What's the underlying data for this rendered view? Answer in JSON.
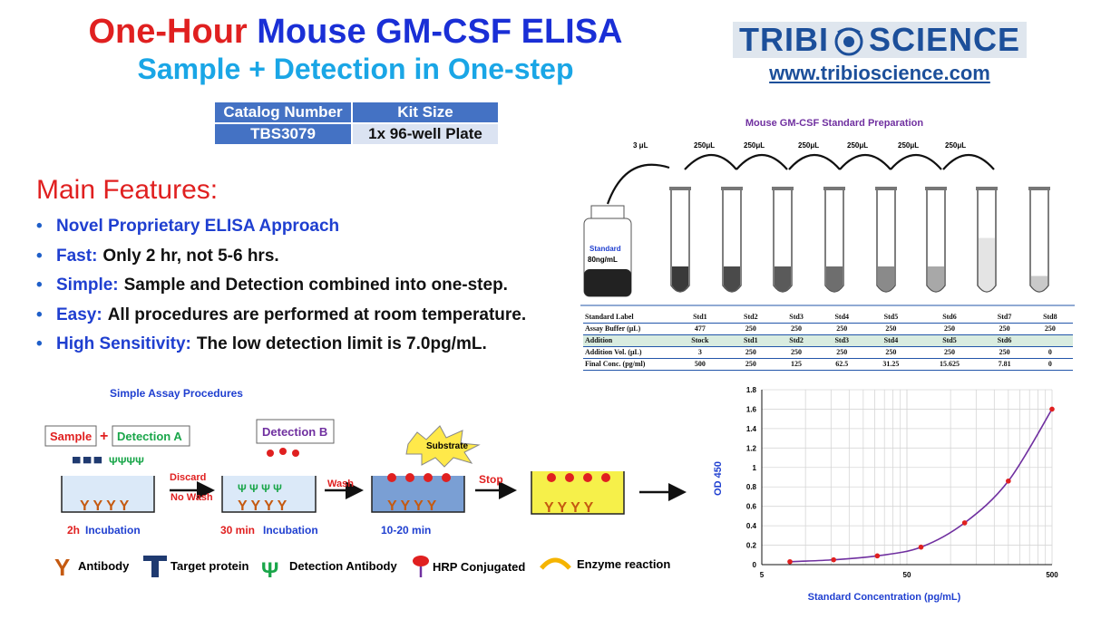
{
  "header": {
    "title_part1": "One-Hour",
    "title_part2": "Mouse GM-CSF ELISA",
    "subtitle": "Sample + Detection in One-step",
    "logo_left": "TRIBI",
    "logo_right": "SCIENCE",
    "website": "www.tribioscience.com",
    "colors": {
      "title_red": "#e02020",
      "title_blue": "#1a2fd6",
      "subtitle": "#1aa6e6",
      "brand": "#1c4f9a"
    }
  },
  "catalog": {
    "headers": [
      "Catalog Number",
      "Kit Size"
    ],
    "values": [
      "TBS3079",
      "1x 96-well Plate"
    ]
  },
  "features": {
    "title": "Main Features:",
    "items": [
      {
        "key": "Novel Proprietary ELISA Approach",
        "value": ""
      },
      {
        "key": "Fast:",
        "value": "Only 2 hr,  not 5-6 hrs."
      },
      {
        "key": "Simple:",
        "value": "Sample and Detection combined into one-step."
      },
      {
        "key": "Easy:",
        "value": "All procedures are performed at room temperature."
      },
      {
        "key": "High Sensitivity:",
        "value": "The low detection limit is 7.0pg/mL."
      }
    ]
  },
  "standard_prep": {
    "title": "Mouse GM-CSF Standard Preparation",
    "transfer_labels": [
      "3 μL",
      "250μL",
      "250μL",
      "250μL",
      "250μL",
      "250μL",
      "250μL"
    ],
    "bottle_label_1": "Standard",
    "bottle_label_2": "80ng/mL",
    "tube_fill_levels": [
      0.2,
      0.2,
      0.2,
      0.2,
      0.2,
      0.2,
      0.5,
      0.1
    ],
    "tube_colors": [
      "#3a3a3a",
      "#4a4a4a",
      "#5a5a5a",
      "#6e6e6e",
      "#8a8a8a",
      "#a8a8a8",
      "#e4e4e4",
      "#c9c9c9"
    ],
    "table": {
      "rows": [
        {
          "label": "Standard Label",
          "cells": [
            "Std1",
            "Std2",
            "Std3",
            "Std4",
            "Std5",
            "Std6",
            "Std7",
            "Std8"
          ]
        },
        {
          "label": "Assay Buffer (μL)",
          "cells": [
            "477",
            "250",
            "250",
            "250",
            "250",
            "250",
            "250",
            "250"
          ]
        },
        {
          "label": "Addition",
          "cells": [
            "Stock",
            "Std1",
            "Std2",
            "Std3",
            "Std4",
            "Std5",
            "Std6",
            ""
          ]
        },
        {
          "label": "Addition Vol. (μL)",
          "cells": [
            "3",
            "250",
            "250",
            "250",
            "250",
            "250",
            "250",
            "0"
          ]
        },
        {
          "label": "Final Conc. (pg/ml)",
          "cells": [
            "500",
            "250",
            "125",
            "62.5",
            "31.25",
            "15.625",
            "7.81",
            "0"
          ]
        }
      ]
    }
  },
  "assay": {
    "title": "Simple Assay Procedures",
    "sample_label": "Sample",
    "plus": "+",
    "detection_a": "Detection A",
    "detection_b": "Detection B",
    "substrate": "Substrate",
    "discard": "Discard",
    "no_wash": "No Wash",
    "wash": "Wash",
    "stop": "Stop",
    "step1_time": "2h",
    "step1_label": "Incubation",
    "step2_time": "30 min",
    "step2_label": "Incubation",
    "step3_label": "10-20 min",
    "colors": {
      "label_blue": "#1f3fd0",
      "label_red": "#e02020",
      "stop_red": "#e02020"
    }
  },
  "legend": {
    "antibody": "Antibody",
    "target": "Target protein",
    "detection_antibody": "Detection Antibody",
    "hrp": "HRP Conjugated",
    "enzyme": "Enzyme reaction"
  },
  "chart_data": {
    "type": "line",
    "title": "",
    "xlabel": "Standard Concentration (pg/mL)",
    "ylabel": "OD 450",
    "x_scale": "log",
    "xlim": [
      5,
      500
    ],
    "ylim": [
      0,
      1.8
    ],
    "x_ticks": [
      "5",
      "50",
      "500"
    ],
    "y_ticks": [
      "0",
      "0.2",
      "0.4",
      "0.6",
      "0.8",
      "1",
      "1.2",
      "1.4",
      "1.6",
      "1.8"
    ],
    "grid": true,
    "series": [
      {
        "x": [
          7.81,
          15.625,
          31.25,
          62.5,
          125,
          250,
          500
        ],
        "y": [
          0.03,
          0.05,
          0.09,
          0.18,
          0.43,
          0.86,
          1.6
        ],
        "line_color": "#7030a0",
        "marker_color": "#e02020"
      }
    ]
  }
}
